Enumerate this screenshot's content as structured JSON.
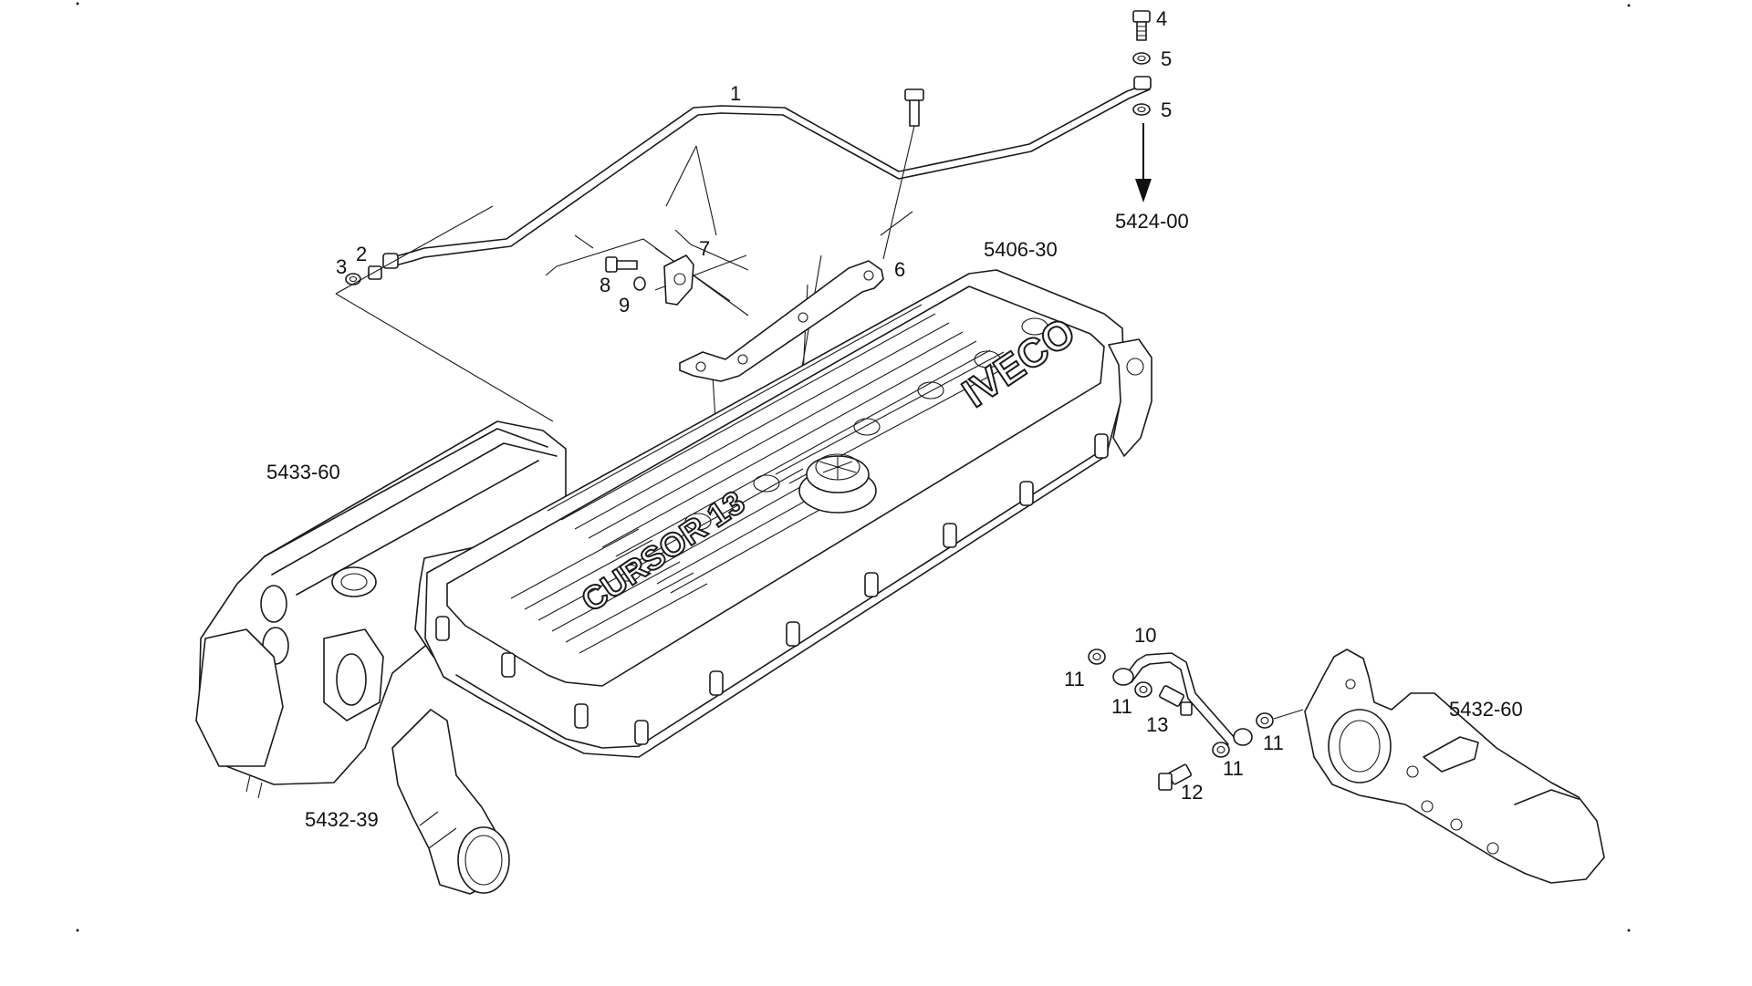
{
  "callouts": {
    "c1": "1",
    "c2": "2",
    "c3": "3",
    "c4": "4",
    "c5a": "5",
    "c5b": "5",
    "c6": "6",
    "c7": "7",
    "c8": "8",
    "c9": "9",
    "c10": "10",
    "c11a": "11",
    "c11b": "11",
    "c11c": "11",
    "c11d": "11",
    "c12": "12",
    "c13": "13"
  },
  "refs": {
    "r5424_00": "5424-00",
    "r5406_30": "5406-30",
    "r5433_60": "5433-60",
    "r5432_39": "5432-39",
    "r5432_60": "5432-60"
  },
  "branding": {
    "cover_brand": "IVECO",
    "cover_model": "CURSOR 13"
  }
}
